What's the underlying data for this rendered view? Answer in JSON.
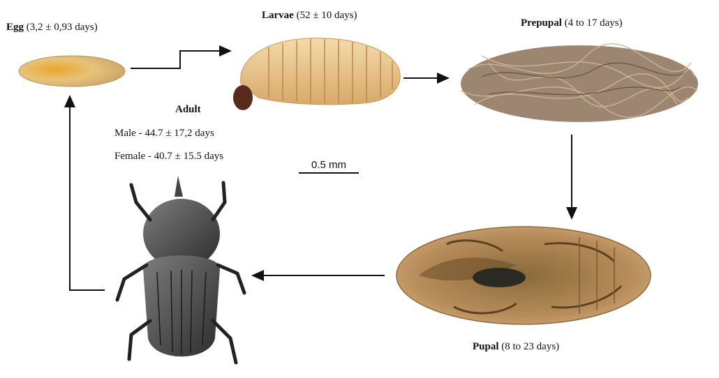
{
  "stages": {
    "egg": {
      "name": "Egg",
      "duration": "(3,2 ± 0,93 days)"
    },
    "larvae": {
      "name": "Larvae",
      "duration": "(52 ± 10 days)"
    },
    "prepupal": {
      "name": "Prepupal",
      "duration": "(4 to 17 days)"
    },
    "pupal": {
      "name": "Pupal",
      "duration": "(8 to 23 days)"
    },
    "adult": {
      "name": "Adult",
      "male": "Male - 44.7 ± 17,2 days",
      "female": "Female - 40.7 ± 15.5 days"
    }
  },
  "scale_bar": {
    "label": "0.5 mm"
  }
}
